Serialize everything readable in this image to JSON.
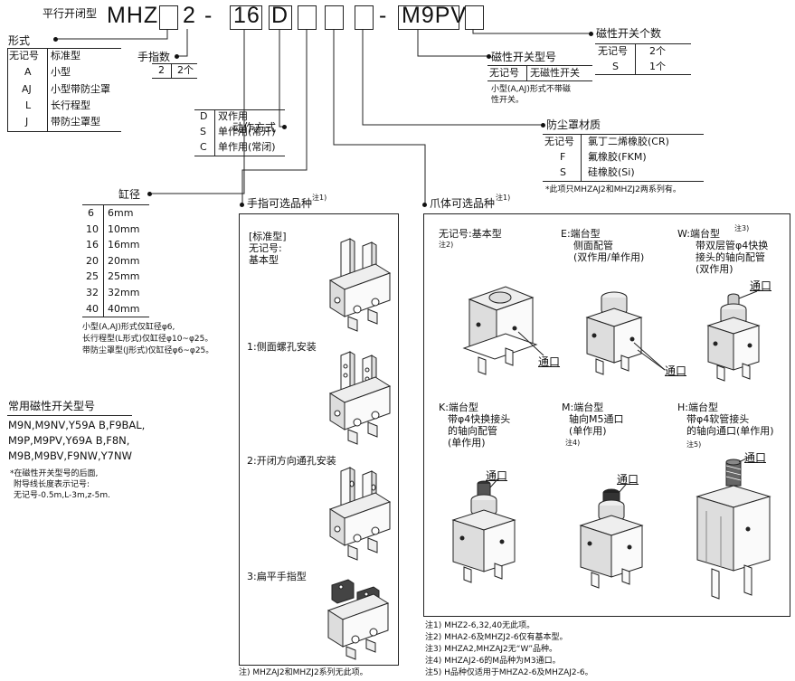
{
  "header": {
    "type_label": "平行开闭型",
    "model": "MHZ",
    "fingers": "2",
    "bore": "16",
    "action": "D",
    "dash1": "-",
    "dash2": "-",
    "switch": "M9PV"
  },
  "form": {
    "title": "形式",
    "rows": [
      [
        "无记号",
        "标准型"
      ],
      [
        "A",
        "小型"
      ],
      [
        "AJ",
        "小型带防尘罩"
      ],
      [
        "L",
        "长行程型"
      ],
      [
        "J",
        "带防尘罩型"
      ]
    ]
  },
  "fingers": {
    "title": "手指数",
    "rows": [
      [
        "2",
        "2个"
      ]
    ]
  },
  "action": {
    "title": "动作方式",
    "rows": [
      [
        "D",
        "双作用"
      ],
      [
        "S",
        "单作用(常开)"
      ],
      [
        "C",
        "单作用(常闭)"
      ]
    ]
  },
  "bore": {
    "title": "缸径",
    "rows": [
      [
        "6",
        "6mm"
      ],
      [
        "10",
        "10mm"
      ],
      [
        "16",
        "16mm"
      ],
      [
        "20",
        "20mm"
      ],
      [
        "25",
        "25mm"
      ],
      [
        "32",
        "32mm"
      ],
      [
        "40",
        "40mm"
      ]
    ],
    "notes": [
      "小型(A,AJ)形式仅缸径φ6,",
      "长行程型(L形式)仅缸径φ10~φ25。",
      "带防尘罩型(J形式)仅缸径φ6~φ25。"
    ]
  },
  "switch_count": {
    "title": "磁性开关个数",
    "rows": [
      [
        "无记号",
        "2个"
      ],
      [
        "S",
        "1个"
      ]
    ]
  },
  "switch_model": {
    "title": "磁性开关型号",
    "rows": [
      [
        "无记号",
        "无磁性开关"
      ]
    ],
    "note1": "小型(A,AJ)形式不带磁",
    "note2": "性开关。"
  },
  "boot": {
    "title": "防尘罩材质",
    "rows": [
      [
        "无记号",
        "氯丁二烯橡胶(CR)"
      ],
      [
        "F",
        "氟橡胶(FKM)"
      ],
      [
        "S",
        "硅橡胶(Si)"
      ]
    ],
    "note": "*此项只MHZAJ2和MHZJ2两系列有。"
  },
  "common_switch": {
    "title": "常用磁性开关型号",
    "lines": [
      "M9N,M9NV,Y59A B,F9BAL,",
      "M9P,M9PV,Y69A B,F8N,",
      "M9B,M9BV,F9NW,Y7NW"
    ],
    "note_lines": [
      "*在磁性开关型号的后面,",
      "附导线长度表示记号:",
      "无记号-0.5m,L-3m,z-5m."
    ]
  },
  "finger_options": {
    "title": "手指可选品种",
    "sup": "注1)",
    "items": [
      "[标准型]",
      "无记号:",
      "基本型",
      "1:侧面螺孔安装",
      "2:开闭方向通孔安装",
      "3:扁平手指型"
    ],
    "footnote": "注) MHZAJ2和MHZJ2系列无此项。"
  },
  "jaw_options": {
    "title": "爪体可选品种",
    "sup": "注1)",
    "basic": {
      "label": "无记号:基本型",
      "note": "注2)"
    },
    "e": {
      "l1": "E:端台型",
      "l2": "侧面配管",
      "l3": "(双作用/单作用)"
    },
    "w": {
      "l1": "W:端台型",
      "sup": "注3)",
      "l2": "带双层管φ4快换",
      "l3": "接头的轴向配管",
      "l4": "(双作用)"
    },
    "k": {
      "l1": "K:端台型",
      "l2": "带φ4快换接头",
      "l3": "的轴向配管",
      "l4": "(单作用)"
    },
    "m": {
      "l1": "M:端台型",
      "l2": "轴向M5通口",
      "l3": "(单作用)",
      "note": "注4)"
    },
    "h": {
      "l1": "H:端台型",
      "l2": "带φ4软管接头",
      "l3": "的轴向通口(单作用)",
      "note": "注5)"
    },
    "port": "通口",
    "notes": [
      "注1) MHZ2-6,32,40无此项。",
      "注2) MHA2-6及MHZJ2-6仅有基本型。",
      "注3) MHZA2,MHZAJ2无“W”品种。",
      "注4) MHZAJ2-6的M品种为M3通口。",
      "注5) H品种仅适用于MHZA2-6及MHZAJ2-6。"
    ]
  }
}
